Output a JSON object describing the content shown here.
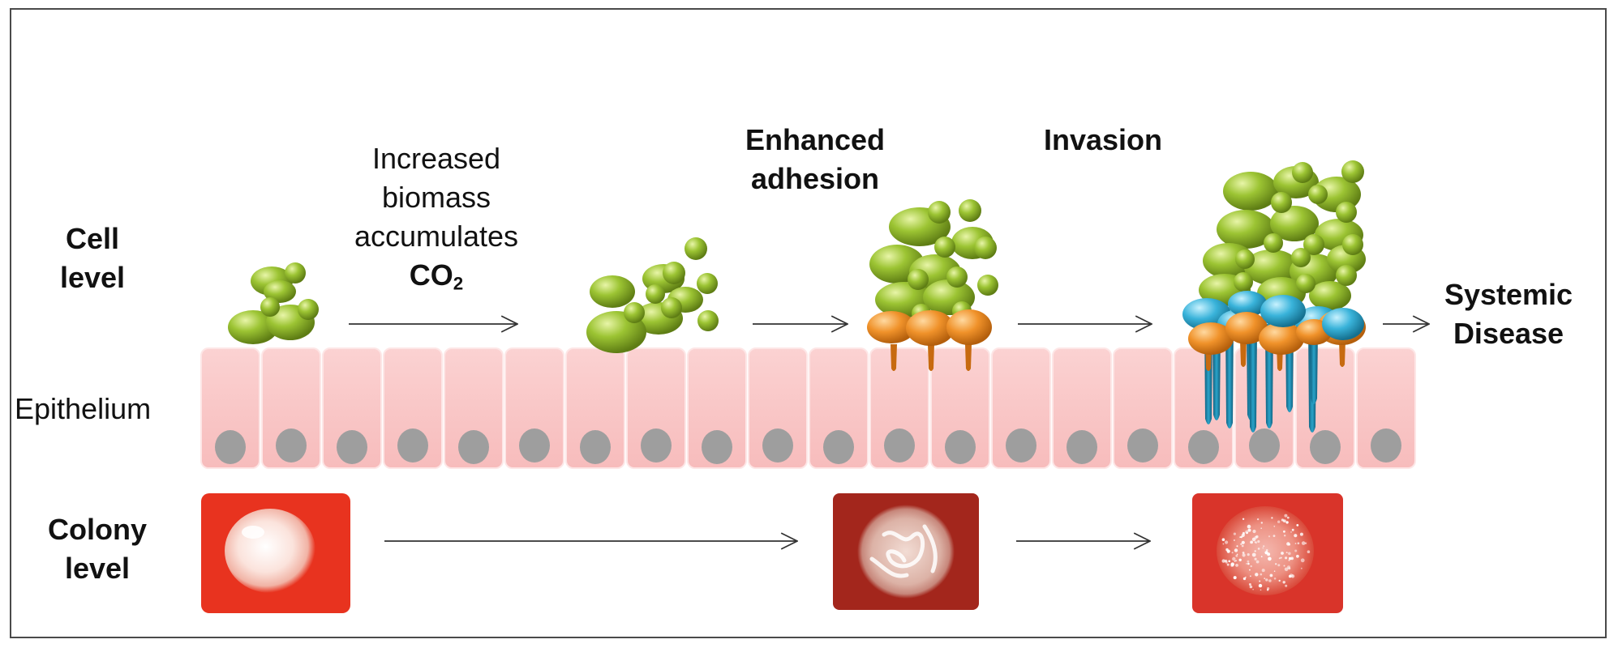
{
  "labels": {
    "cell_level_line1": "Cell",
    "cell_level_line2": "level",
    "epithelium": "Epithelium",
    "colony_level_line1": "Colony",
    "colony_level_line2": "level",
    "step1_line1": "Increased",
    "step1_line2": "biomass",
    "step1_line3": "accumulates",
    "step1_co2_main": "CO",
    "step1_co2_sub": "2",
    "step2_line1": "Enhanced",
    "step2_line2": "adhesion",
    "step3": "Invasion",
    "step4_line1": "Systemic",
    "step4_line2": "Disease"
  },
  "colors": {
    "epithelial_cell": "#f8c4c4",
    "epithelial_border": "#ffffff",
    "nucleus": "#9e9e9e",
    "yeast_green": "#8fb52a",
    "adhesin_orange": "#e8871e",
    "invasin_blue": "#2aa3c9",
    "hyphae_teal": "#1f7fa3",
    "colony_red": "#e8331f",
    "colony_dark_red": "#a3261c",
    "arrow": "#333333"
  }
}
